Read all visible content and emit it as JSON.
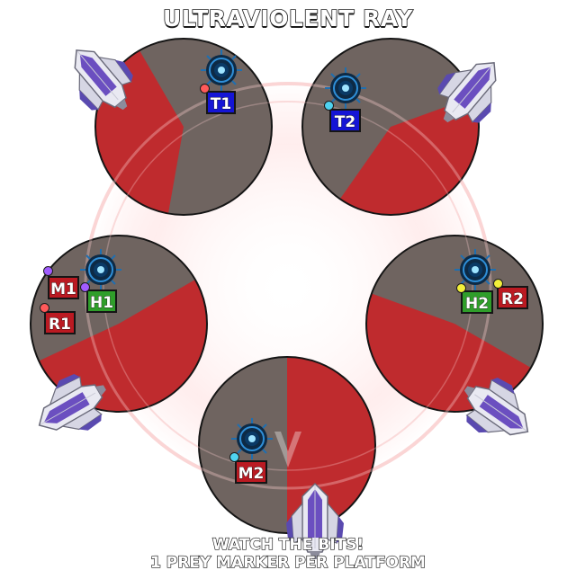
{
  "title": "ULTRAVIOLENT RAY",
  "footer": {
    "line1": "WATCH THE BITS!",
    "line2": "1 PREY MARKER PER PLATFORM"
  },
  "colors": {
    "platform_safe": "#6f6460",
    "platform_danger": "#bf2b2e",
    "tank": "#1515d6",
    "healer": "#2f9e2a",
    "dps": "#bb1a22",
    "marker_red": "#ff5a5a",
    "marker_cyan": "#4fd3f0",
    "marker_purple": "#a15cff",
    "marker_yellow": "#f2ef3a"
  },
  "platforms": [
    {
      "name": "platform-top-left",
      "danger_from_deg": 100,
      "danger_to_deg": 240
    },
    {
      "name": "platform-top-right",
      "danger_from_deg": -20,
      "danger_to_deg": 125
    },
    {
      "name": "platform-left",
      "danger_from_deg": -30,
      "danger_to_deg": 155
    },
    {
      "name": "platform-right",
      "danger_from_deg": 30,
      "danger_to_deg": 200
    },
    {
      "name": "platform-bottom",
      "danger_from_deg": -90,
      "danger_to_deg": 90
    }
  ],
  "players": [
    {
      "id": "T1",
      "role": "tank",
      "marker": "marker_red"
    },
    {
      "id": "T2",
      "role": "tank",
      "marker": "marker_cyan"
    },
    {
      "id": "H1",
      "role": "healer",
      "marker": "marker_purple"
    },
    {
      "id": "H2",
      "role": "healer",
      "marker": "marker_yellow"
    },
    {
      "id": "M1",
      "role": "dps",
      "marker": "marker_purple"
    },
    {
      "id": "R1",
      "role": "dps",
      "marker": "marker_red"
    },
    {
      "id": "R2",
      "role": "dps",
      "marker": "marker_yellow"
    },
    {
      "id": "M2",
      "role": "dps",
      "marker": "marker_cyan"
    }
  ],
  "bits": [
    {
      "name": "bit-top-left"
    },
    {
      "name": "bit-top-right"
    },
    {
      "name": "bit-left"
    },
    {
      "name": "bit-right"
    },
    {
      "name": "bit-bottom"
    }
  ],
  "icons": [
    "prey-marker-icon",
    "bit-icon",
    "boss-ring"
  ]
}
